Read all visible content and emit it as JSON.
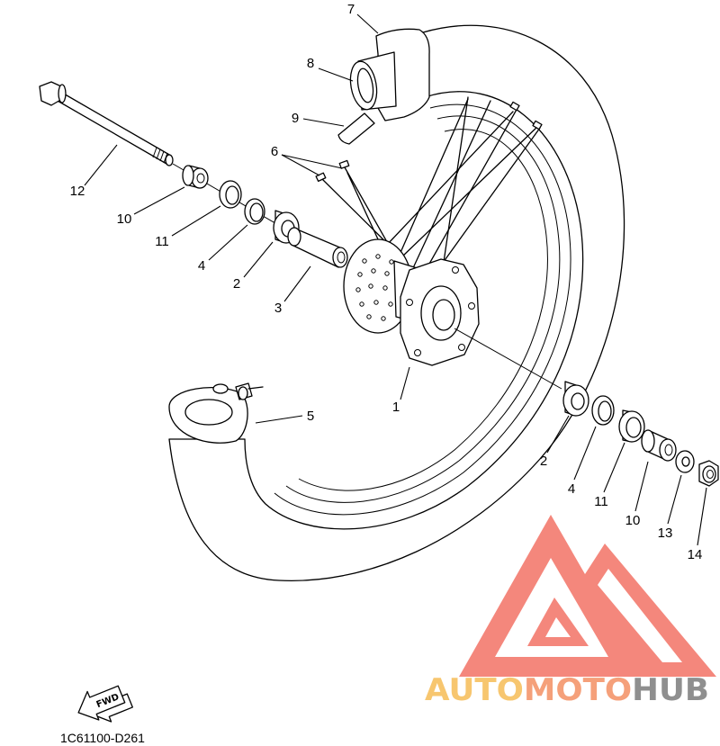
{
  "callouts": [
    "7",
    "8",
    "9",
    "6",
    "12",
    "10",
    "11",
    "4",
    "2",
    "3",
    "1",
    "5",
    "2",
    "4",
    "11",
    "10",
    "13",
    "14"
  ],
  "fwd_label": "FWD",
  "diagram_code": "1C61100-D261",
  "watermark": {
    "auto": "AUTO",
    "moto": "MOTO",
    "hub": "HUB"
  },
  "colors": {
    "line": "#000000",
    "background": "#ffffff",
    "logo_triangle": "#f4877c",
    "logo_auto": "#f7c66f",
    "logo_moto": "#f5a07a",
    "logo_hub": "#8f8f8f"
  }
}
